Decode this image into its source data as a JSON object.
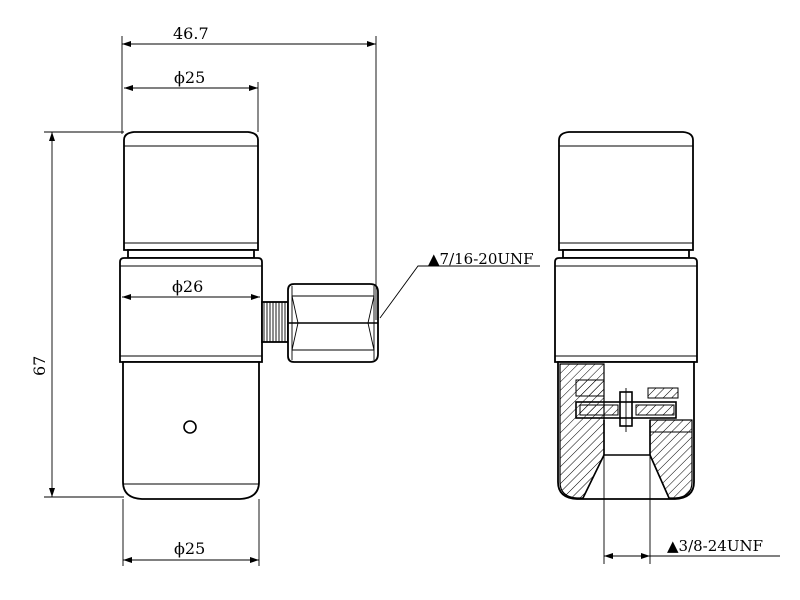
{
  "dimensions": {
    "overall_width": "46.7",
    "top_cap_diameter": "ϕ25",
    "center_diameter": "ϕ26",
    "bottom_diameter": "ϕ25",
    "overall_height": "67"
  },
  "callouts": {
    "outlet_thread": "▲7/16-20UNF",
    "inlet_thread": "▲3/8-24UNF"
  }
}
